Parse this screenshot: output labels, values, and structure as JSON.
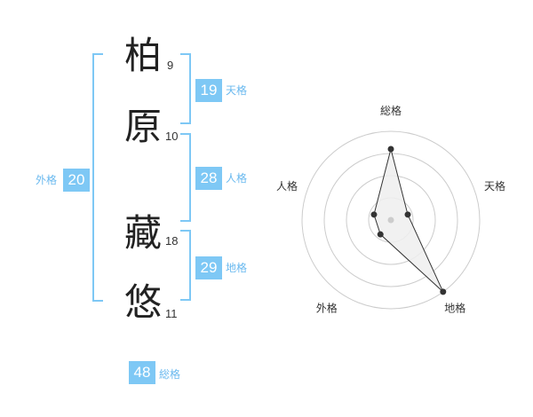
{
  "characters": [
    {
      "char": "柏",
      "strokes": "9"
    },
    {
      "char": "原",
      "strokes": "10"
    },
    {
      "char": "藏",
      "strokes": "18"
    },
    {
      "char": "悠",
      "strokes": "11"
    }
  ],
  "fortunes": {
    "tenkaku": {
      "label": "天格",
      "value": "19"
    },
    "jinkaku": {
      "label": "人格",
      "value": "28"
    },
    "chikaku": {
      "label": "地格",
      "value": "29"
    },
    "gaikaku": {
      "label": "外格",
      "value": "20"
    },
    "soukaku": {
      "label": "総格",
      "value": "48"
    }
  },
  "colors": {
    "accent": "#7ec8f5",
    "text": "#222222",
    "ring": "#cccccc"
  },
  "chart_data": {
    "type": "radar",
    "axes": [
      "総格",
      "天格",
      "地格",
      "外格",
      "人格"
    ],
    "values": [
      4,
      1,
      5,
      1,
      1
    ],
    "range": [
      0,
      5
    ],
    "rings": 4
  }
}
